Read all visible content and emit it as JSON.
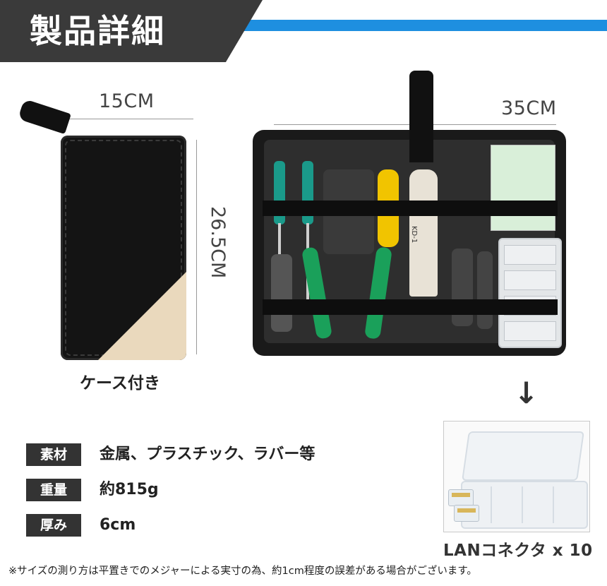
{
  "header": {
    "title": "製品詳細"
  },
  "dimensions": {
    "case_width": "15CM",
    "case_height": "26.5CM",
    "kit_width": "35CM"
  },
  "case": {
    "label": "ケース付き"
  },
  "toolkit": {
    "punch_label": "KD-1"
  },
  "icons": {
    "arrow": "arrow-down-icon"
  },
  "connector": {
    "caption": "LANコネクタ x 10"
  },
  "specs": [
    {
      "key": "素材",
      "value": "金属、プラスチック、ラバー等"
    },
    {
      "key": "重量",
      "value": "約815g"
    },
    {
      "key": "厚み",
      "value": "6cm"
    }
  ],
  "note": "※サイズの測り方は平置きでのメジャーによる実寸の為、約1cm程度の誤差がある場合がございます。",
  "colors": {
    "header_dark": "#3a3a3a",
    "header_accent": "#1e8fe0",
    "label_bg": "#333333",
    "corner_patch": "#ead9bd"
  }
}
